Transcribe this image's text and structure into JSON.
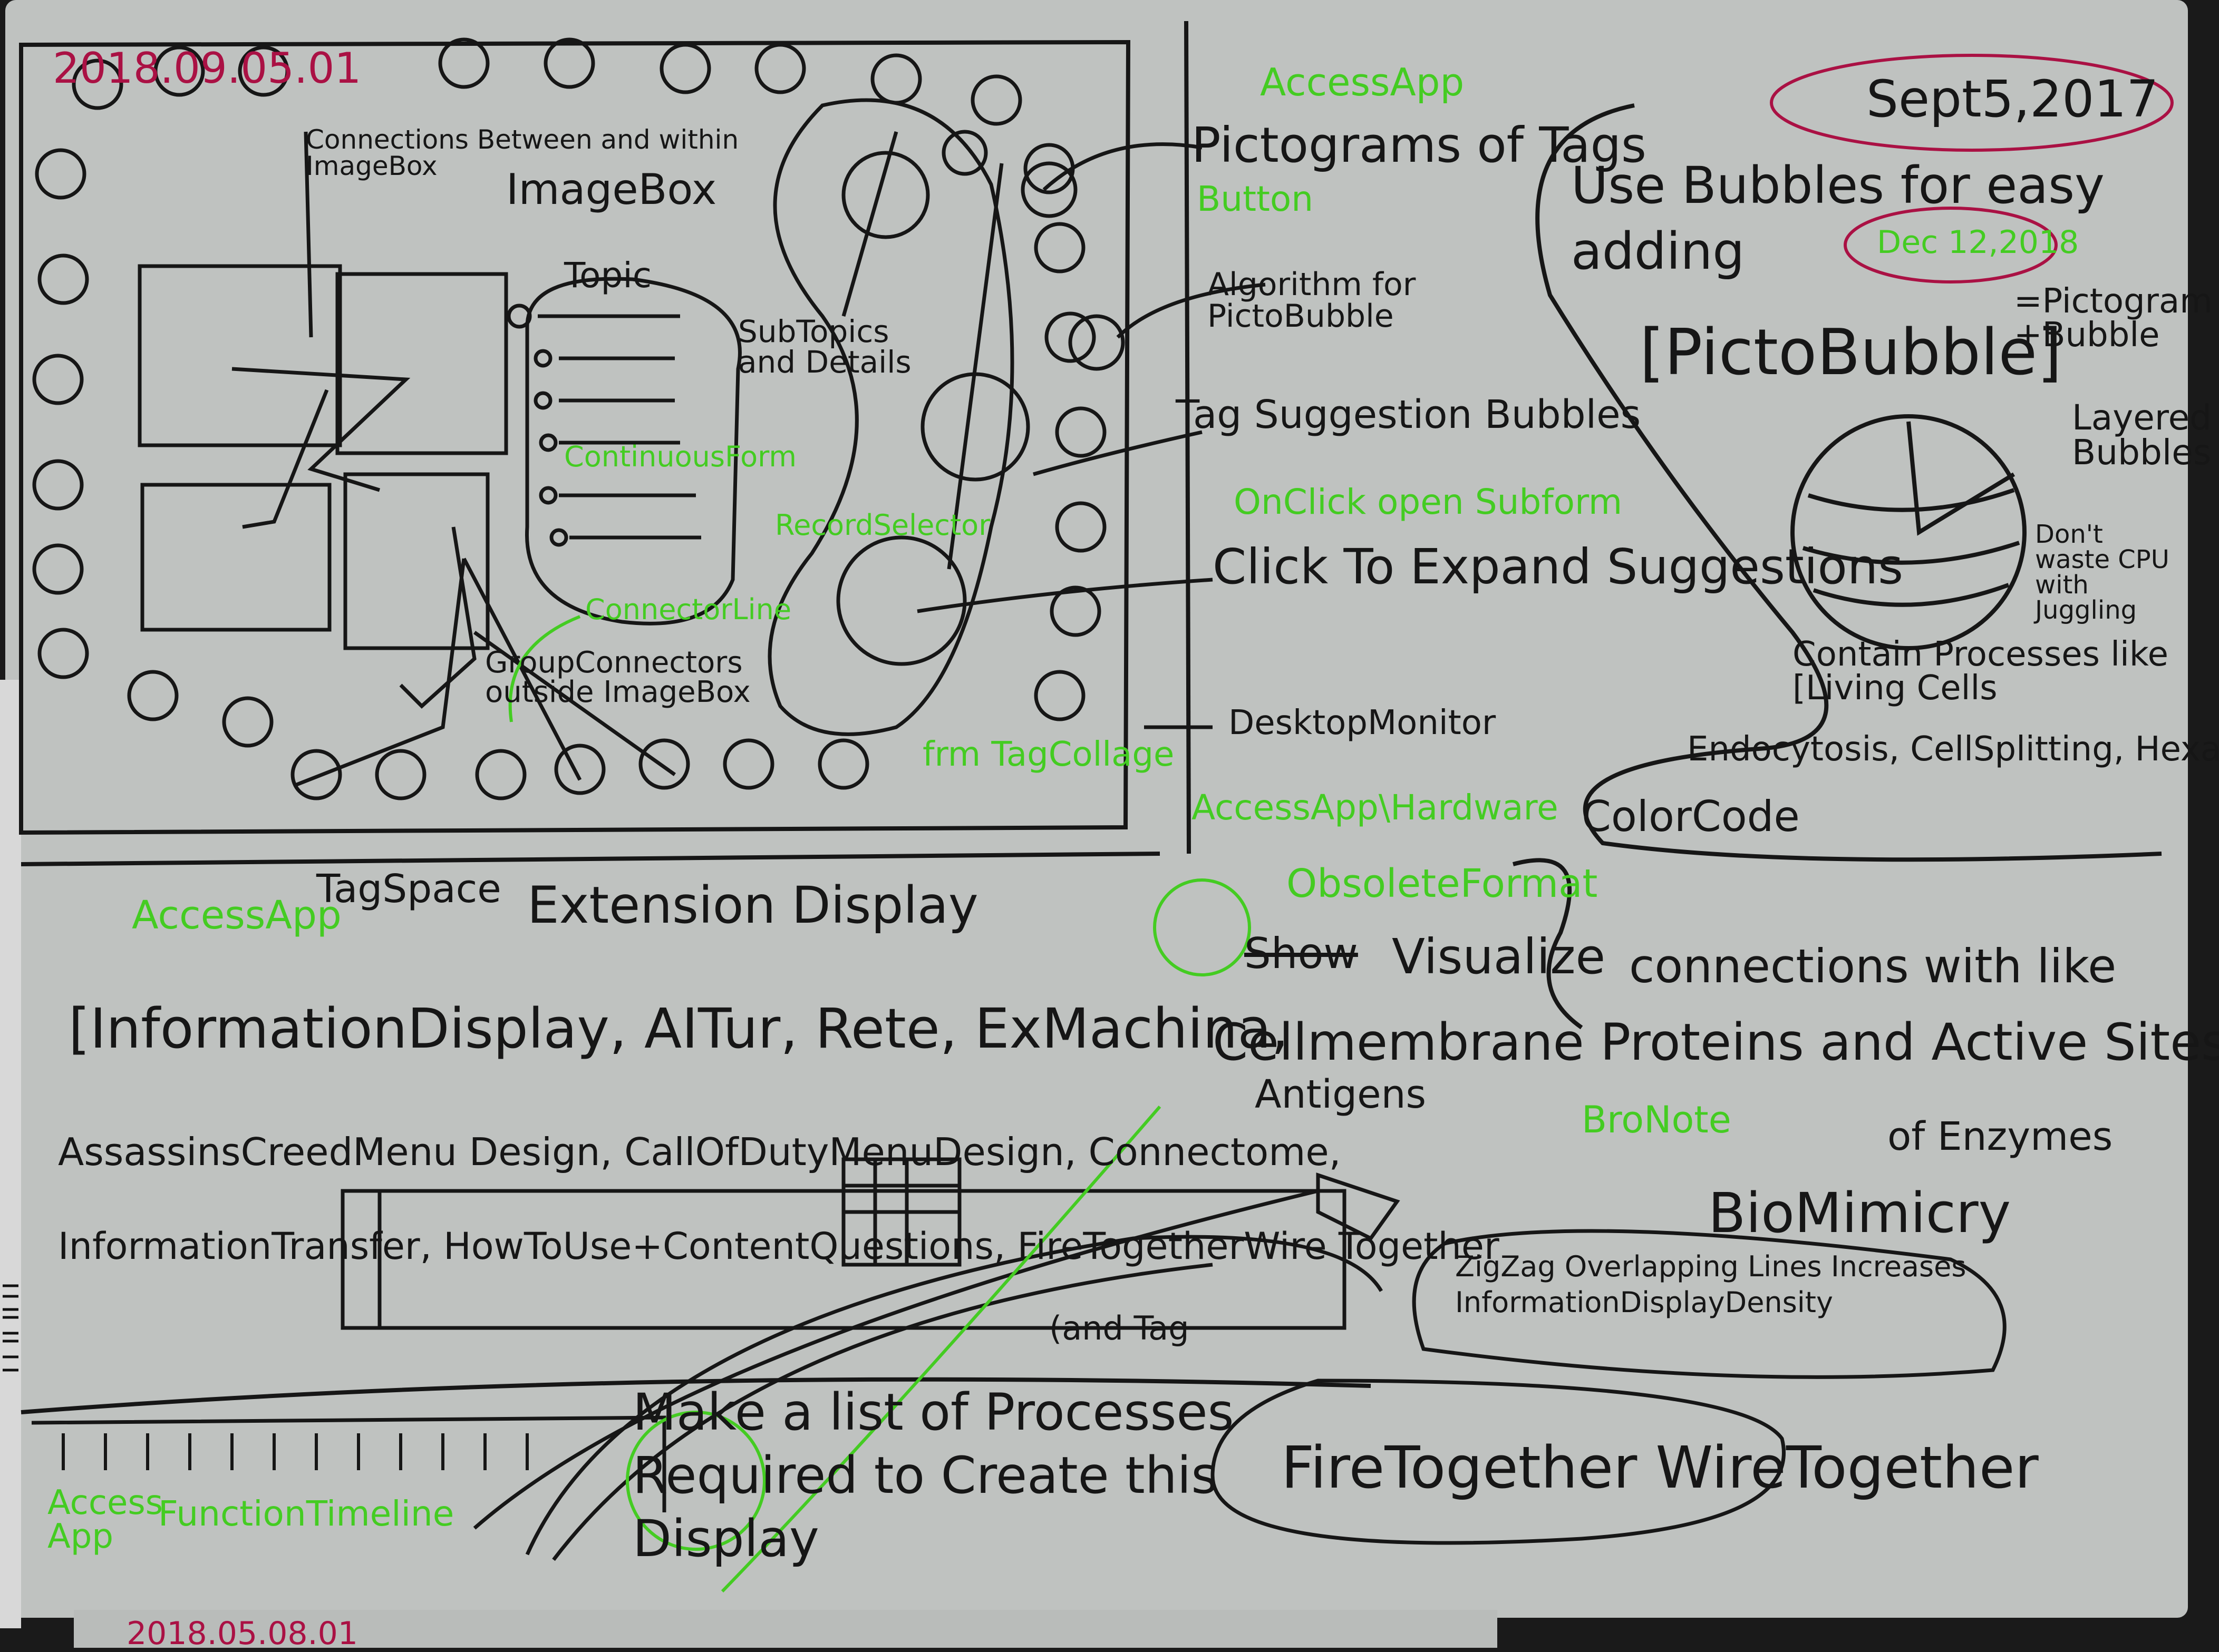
{
  "colors": {
    "paper": "#bfc2c0",
    "ink": "#161616",
    "green": "#44cc22",
    "red": "#aa1144",
    "background": "#1a1a1a"
  },
  "date_top_left": "2018.09.05.01",
  "date_top_right": "Sept5,2017",
  "date_bottom": "2018.05.08.01",
  "date_dec": "Dec 12,2018",
  "quadrant_top_left": {
    "connections_label": "Connections Between and within ImageBox",
    "imagebox": "ImageBox",
    "topic": "Topic",
    "subtopics": "SubTopics and Details",
    "continuous_form": "ContinuousForm",
    "record_selector": "RecordSelector",
    "connector_line": "ConnectorLine",
    "group_connectors": "GroupConnectors outside ImageBox"
  },
  "quadrant_top_middle": {
    "access_app": "AccessApp",
    "button": "Button",
    "pictograms": "Pictograms of Tags",
    "algorithm": "Algorithm for PictoBubble",
    "tag_suggestion": "Tag Suggestion Bubbles",
    "onclick": "OnClick open Subform",
    "click_expand": "Click To Expand Suggestions",
    "desktop_monitor": "DesktopMonitor",
    "from_tag_collage": "frm TagCollage",
    "access_hardware": "AccessApp\\Hardware"
  },
  "quadrant_top_right": {
    "use_bubbles": "Use Bubbles for easy adding",
    "pictobubble": "[PictoBubble]",
    "pictogram_bubble": "=Pictogram +Bubble",
    "layered": "Layered Bubbles",
    "dont_waste": "Don't waste CPU with Juggling",
    "contain": "Contain Processes like [Living Cells",
    "endocytosis": "Endocytosis, CellSplitting, Hexagon",
    "colorcode": "ColorCode"
  },
  "quadrant_bottom": {
    "access_app": "AccessApp",
    "tagspace": "TagSpace",
    "extension_display": "Extension Display",
    "information_display": "[InformationDisplay, AITur, Rete, ExMachina,",
    "assassins": "AssassinsCreedMenu Design, CallOfDutyMenuDesign, Connectome,",
    "information_transfer": "InformationTransfer, HowToUse+ContentQuestions, FireTogetherWire Together",
    "obsolete": "ObsoleteFormat",
    "show": "Show",
    "visualize": "Visualize",
    "connections_like": "connections with like",
    "cellmembrane": "Cellmembrane Proteins and Active Sites",
    "antigens": "Antigens",
    "of_enzymes": "of Enzymes",
    "bronote": "BroNote",
    "biomimicry": "BioMimicry",
    "zigzag": "ZigZag Overlapping Lines Increases InformationDisplayDensity",
    "and_tag": "(and Tag",
    "make_list": "Make a list of Processes Required to Create this Display",
    "fire_together": "FireTogether WireTogether",
    "access_app_2": "Access App",
    "function_timeline": "FunctionTimeline"
  }
}
